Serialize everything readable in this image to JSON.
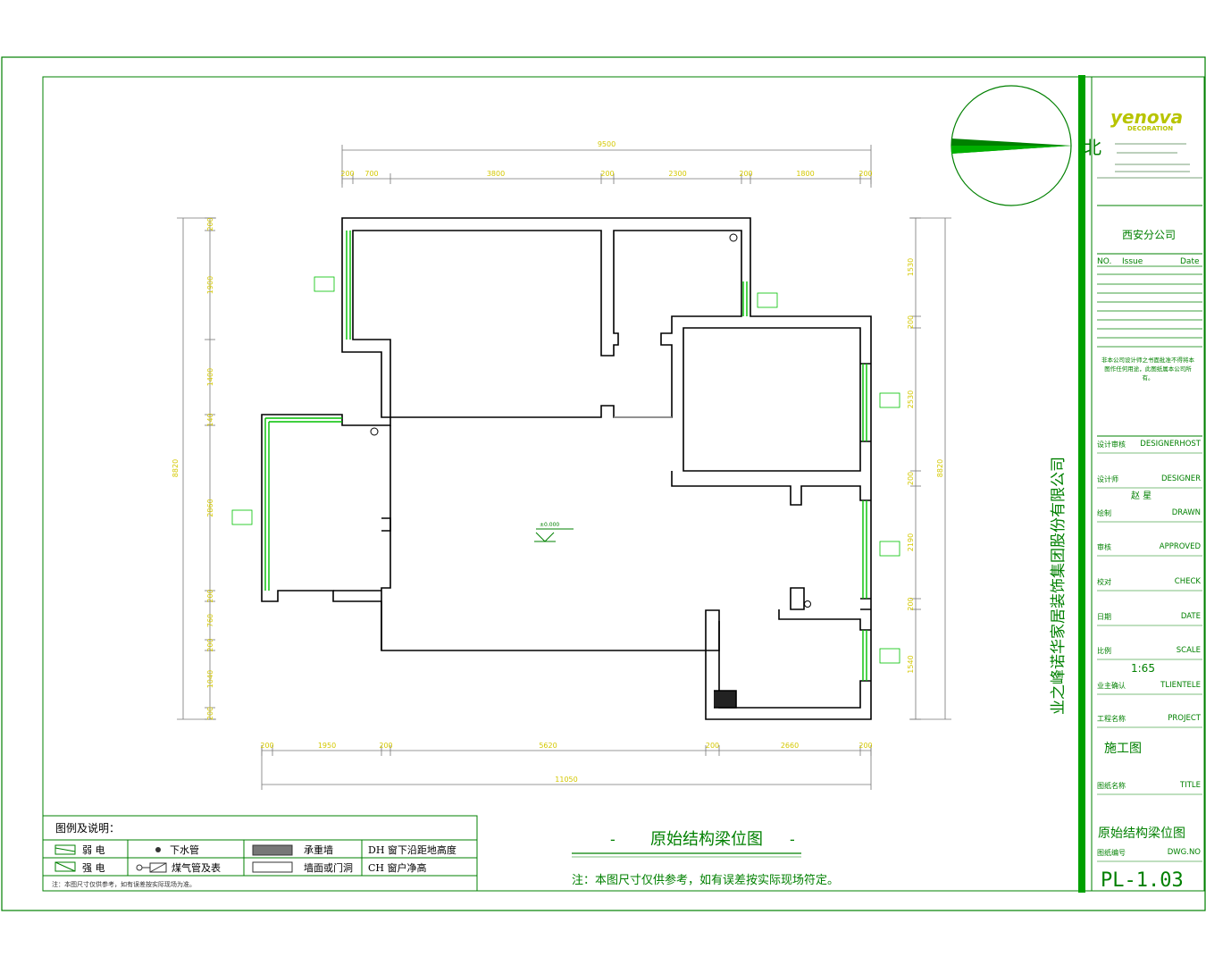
{
  "north_label": "北",
  "logo": {
    "brand": "yenova",
    "sub": "DECORATION"
  },
  "company": {
    "branch": "西安分公司",
    "vertical_name": "业之峰诺华家居装饰集团股份有限公司"
  },
  "revision": {
    "no": "NO.",
    "issue": "Issue",
    "date": "Date"
  },
  "notice_text": "非本公司设计师之书面批准不得将本图作任何用途，此图纸属本公司所有。",
  "title_block": [
    {
      "cn": "设计审核",
      "en": "DESIGNERHOST",
      "value": ""
    },
    {
      "cn": "设计师",
      "en": "DESIGNER",
      "value": "赵 星"
    },
    {
      "cn": "绘制",
      "en": "DRAWN",
      "value": ""
    },
    {
      "cn": "审核",
      "en": "APPROVED",
      "value": ""
    },
    {
      "cn": "校对",
      "en": "CHECK",
      "value": ""
    },
    {
      "cn": "日期",
      "en": "DATE",
      "value": ""
    },
    {
      "cn": "比例",
      "en": "SCALE",
      "value": "1:65"
    },
    {
      "cn": "业主确认",
      "en": "TLIENTELE",
      "value": ""
    },
    {
      "cn": "工程名称",
      "en": "PROJECT",
      "value": "施工图"
    },
    {
      "cn": "图纸名称",
      "en": "TITLE",
      "value": "原始结构梁位图"
    },
    {
      "cn": "图纸编号",
      "en": "DWG.NO",
      "value": "PL-1.03"
    }
  ],
  "drawing": {
    "title": "原始结构梁位图",
    "note": "注：本图尺寸仅供参考，如有误差按实际现场符定。",
    "dims_top": [
      "200",
      "700",
      "3800",
      "200",
      "2300",
      "200",
      "1800",
      "200"
    ],
    "dim_top_total": "9500",
    "dims_bottom": [
      "200",
      "1950",
      "200",
      "5620",
      "200",
      "2660",
      "200"
    ],
    "dim_bottom_total": "11050",
    "dims_left": [
      "200",
      "1900",
      "1400",
      "140",
      "2860",
      "200",
      "760",
      "200",
      "1040",
      "200"
    ],
    "dim_left_total": "8820",
    "dims_right": [
      "1530",
      "200",
      "2530",
      "200",
      "2190",
      "200",
      "1540"
    ],
    "dim_right_total": "8820",
    "level_mark": "±0.000"
  },
  "legend": {
    "title": "图例及说明：",
    "items": [
      {
        "label": "弱 电",
        "icon": "weak-current-symbol"
      },
      {
        "label": "下水管",
        "icon": "drain-pipe-symbol"
      },
      {
        "label": "承重墙",
        "icon": "bearing-wall-hatch"
      },
      {
        "label": "DH 窗下沿距地高度",
        "icon": ""
      },
      {
        "label": "强 电",
        "icon": "strong-current-symbol"
      },
      {
        "label": "煤气管及表",
        "icon": "gas-pipe-symbol"
      },
      {
        "label": "墙面或门洞",
        "icon": "wall-opening-symbol"
      },
      {
        "label": "CH 窗户净高",
        "icon": ""
      }
    ],
    "footnote": "注：本图尺寸仅供参考，如有误差按实际现场为准。"
  },
  "colors": {
    "frame": "#008000",
    "wall": "#000000",
    "window": "#00c000",
    "dim": "#555555"
  }
}
